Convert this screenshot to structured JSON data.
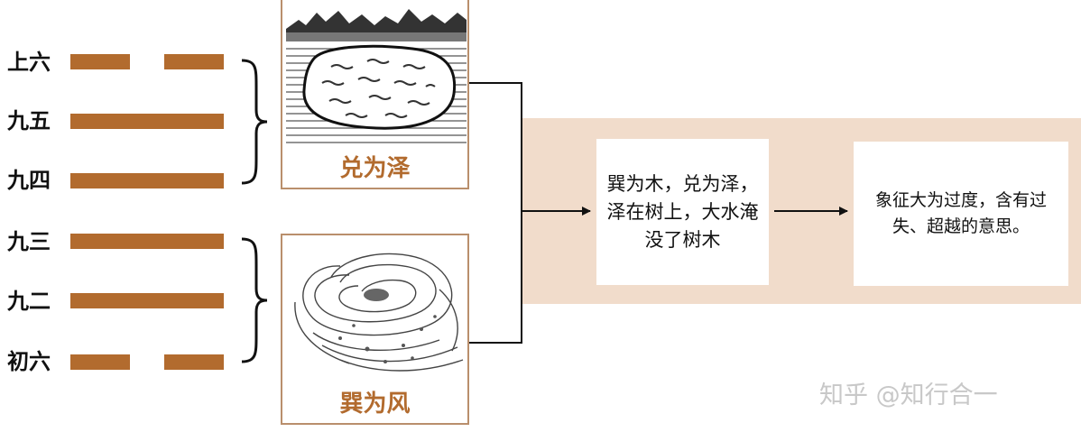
{
  "hexagram_lines": [
    {
      "label": "上六",
      "type": "broken"
    },
    {
      "label": "九五",
      "type": "solid"
    },
    {
      "label": "九四",
      "type": "solid"
    },
    {
      "label": "九三",
      "type": "solid"
    },
    {
      "label": "九二",
      "type": "solid"
    },
    {
      "label": "初六",
      "type": "broken"
    }
  ],
  "trigrams": {
    "upper": {
      "caption": "兑为泽",
      "icon": "lake-illustration"
    },
    "lower": {
      "caption": "巽为风",
      "icon": "wind-illustration"
    }
  },
  "explanation": "巽为木，兑为泽，泽在树上，大水淹没了树木",
  "meaning": "象征大为过度，含有过失、超越的意思。",
  "watermark": "知乎 @知行合一",
  "colors": {
    "accent": "#b26b2e",
    "band": "#f1dccb",
    "box_border": "#b98f6c"
  }
}
